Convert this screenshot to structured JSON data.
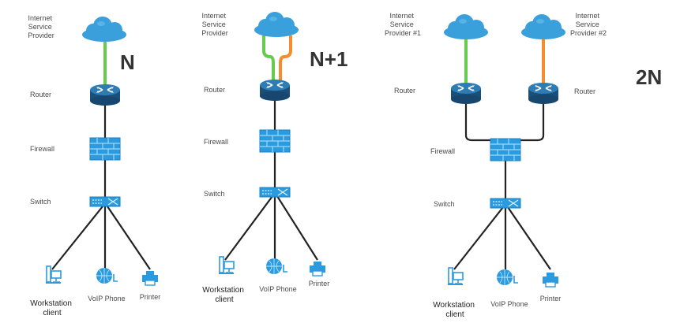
{
  "colors": {
    "cloud": "#3aa0dc",
    "device_blue": "#2b9be0",
    "router_dark": "#1a4f7a",
    "link_green": "#66cc4d",
    "link_orange": "#f58d2c",
    "wire": "#222222"
  },
  "icons": [
    "cloud-icon",
    "router-icon",
    "firewall-icon",
    "switch-icon",
    "workstation-icon",
    "voip-phone-icon",
    "printer-icon"
  ],
  "panels": [
    {
      "id": "n",
      "tier": "N",
      "isp": [
        "Internet",
        "Service",
        "Provider"
      ],
      "router": "Router",
      "firewall": "Firewall",
      "switch": "Switch",
      "workstation": [
        "Workstation",
        "client"
      ],
      "phone": "VoIP Phone",
      "printer": "Printer"
    },
    {
      "id": "n1",
      "tier": "N+1",
      "isp": [
        "Internet",
        "Service",
        "Provider"
      ],
      "router": "Router",
      "firewall": "Firewall",
      "switch": "Switch",
      "workstation": [
        "Workstation",
        "client"
      ],
      "phone": "VoIP Phone",
      "printer": "Printer"
    },
    {
      "id": "2n",
      "tier": "2N",
      "isp1": [
        "Internet",
        "Service",
        "Provider #1"
      ],
      "isp2": [
        "Internet",
        "Service",
        "Provider #2"
      ],
      "router_left": "Router",
      "router_right": "Router",
      "firewall": "Firewall",
      "switch": "Switch",
      "workstation": [
        "Workstation",
        "client"
      ],
      "phone": "VoIP Phone",
      "printer": "Printer"
    }
  ]
}
